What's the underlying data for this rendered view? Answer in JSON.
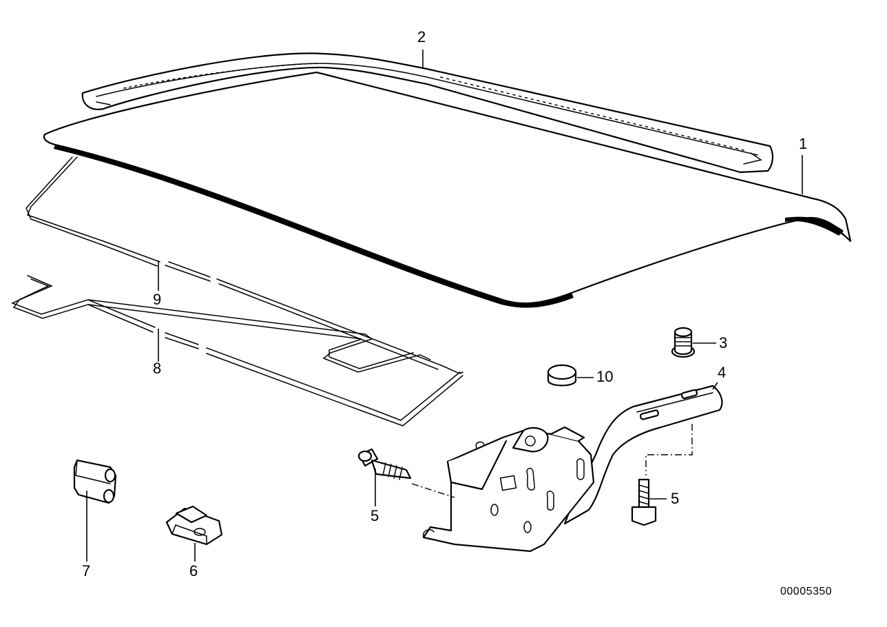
{
  "diagram": {
    "callouts": [
      {
        "id": "1",
        "label": "1"
      },
      {
        "id": "2",
        "label": "2"
      },
      {
        "id": "3",
        "label": "3"
      },
      {
        "id": "4",
        "label": "4"
      },
      {
        "id": "5a",
        "label": "5"
      },
      {
        "id": "5b",
        "label": "5"
      },
      {
        "id": "6",
        "label": "6"
      },
      {
        "id": "7",
        "label": "7"
      },
      {
        "id": "8",
        "label": "8"
      },
      {
        "id": "9",
        "label": "9"
      },
      {
        "id": "10",
        "label": "10"
      }
    ],
    "reference_number": "00005350"
  }
}
